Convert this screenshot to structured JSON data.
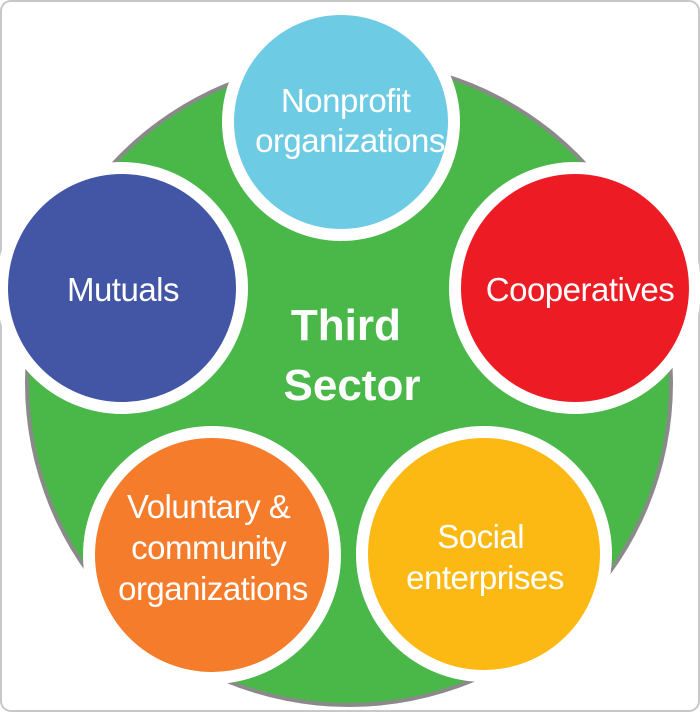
{
  "diagram": {
    "center": {
      "lines": [
        "Third",
        "Sector"
      ],
      "color": "#4ab749"
    },
    "nodes": [
      {
        "lines": [
          "Nonprofit",
          "organizations"
        ],
        "color": "#6ecbe4"
      },
      {
        "lines": [
          "Cooperatives"
        ],
        "color": "#ed1c24"
      },
      {
        "lines": [
          "Social",
          "enterprises"
        ],
        "color": "#fdb913"
      },
      {
        "lines": [
          "Voluntary &",
          "community",
          "organizations"
        ],
        "color": "#f47c2a"
      },
      {
        "lines": [
          "Mutuals"
        ],
        "color": "#4355a5"
      }
    ],
    "colors": {
      "ring_outline": "#8a8a8a",
      "frame_border": "#c8c8c8",
      "separator": "#ffffff"
    }
  }
}
